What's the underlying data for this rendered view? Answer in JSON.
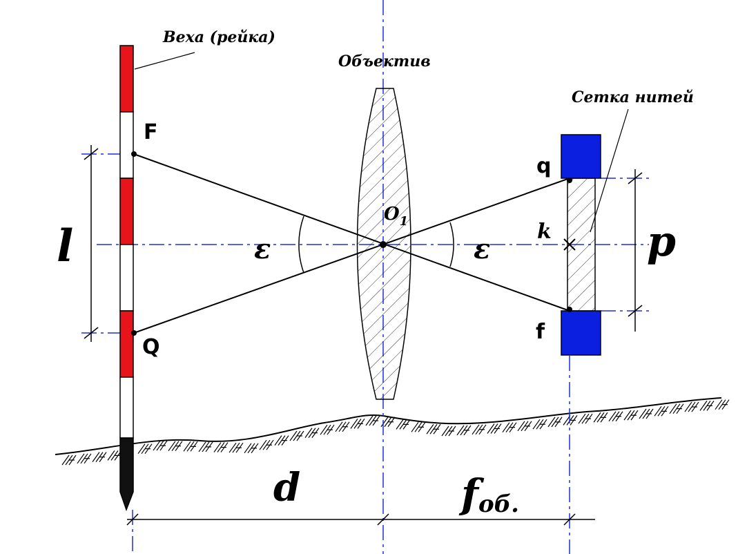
{
  "labels": {
    "rod": "Веха (рейка)",
    "lens": "Объектив",
    "reticle": "Сетка нитей",
    "F": "F",
    "Q": "Q",
    "q": "q",
    "f": "f",
    "k": "k",
    "l": "l",
    "p": "p",
    "d": "d",
    "eps_left": "ε",
    "eps_right": "ε",
    "O": "O",
    "O_sub": "1",
    "f_main": "f",
    "f_sub": "об."
  },
  "colors": {
    "rod_red": "#e8141c",
    "rod_black": "#111111",
    "reticle_blue": "#0a1fe0",
    "axis_blue": "#1a2fe0",
    "line": "#000000"
  }
}
